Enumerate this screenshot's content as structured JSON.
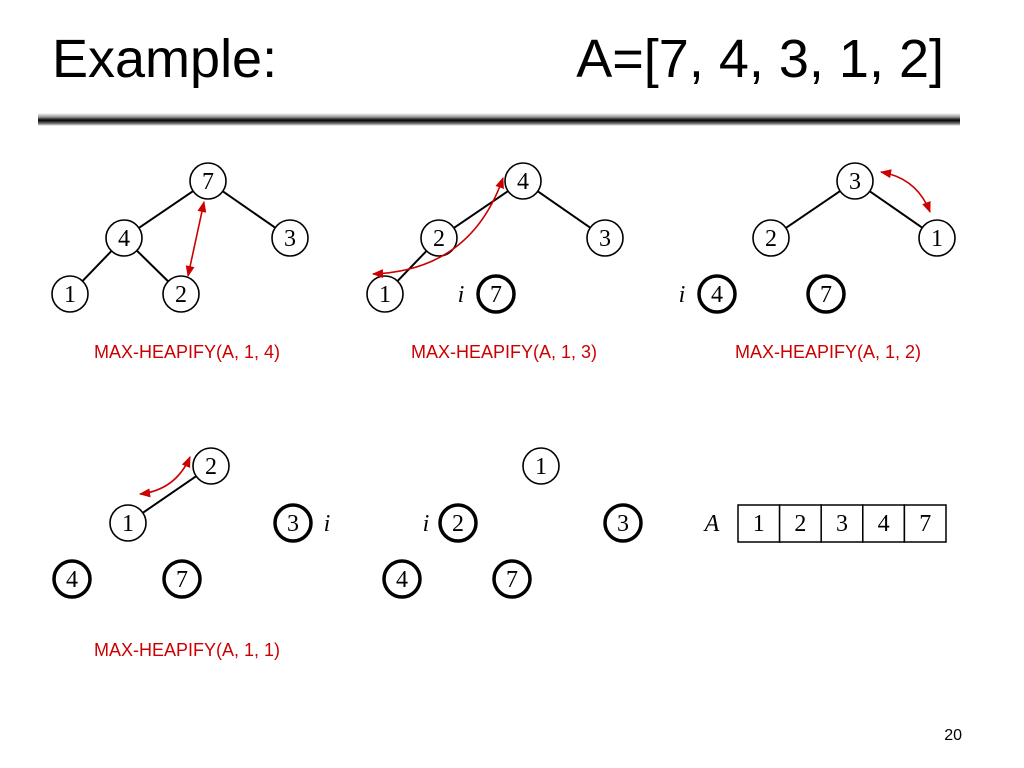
{
  "title": {
    "left": "Example:",
    "right": "A=[7, 4, 3, 1, 2]"
  },
  "page_number": "20",
  "colors": {
    "caption": "#cc0000",
    "arrow": "#cc0000",
    "node_stroke": "#000000"
  },
  "panels": [
    {
      "id": "p1",
      "caption": "MAX-HEAPIFY(A, 1, 4)",
      "nodes": [
        {
          "id": "a",
          "label": "7",
          "bold": false
        },
        {
          "id": "b",
          "label": "4",
          "bold": false
        },
        {
          "id": "c",
          "label": "3",
          "bold": false
        },
        {
          "id": "d",
          "label": "1",
          "bold": false
        },
        {
          "id": "e",
          "label": "2",
          "bold": false
        }
      ],
      "edges": [
        [
          "a",
          "b"
        ],
        [
          "a",
          "c"
        ],
        [
          "b",
          "d"
        ],
        [
          "b",
          "e"
        ]
      ],
      "swap": [
        "a",
        "e"
      ],
      "i_marker": ""
    },
    {
      "id": "p2",
      "caption": "MAX-HEAPIFY(A, 1, 3)",
      "nodes": [
        {
          "id": "a",
          "label": "4",
          "bold": false
        },
        {
          "id": "b",
          "label": "2",
          "bold": false
        },
        {
          "id": "c",
          "label": "3",
          "bold": false
        },
        {
          "id": "d",
          "label": "1",
          "bold": false
        },
        {
          "id": "e",
          "label": "7",
          "bold": true
        }
      ],
      "edges": [
        [
          "a",
          "b"
        ],
        [
          "a",
          "c"
        ],
        [
          "b",
          "d"
        ]
      ],
      "swap": [
        "a",
        "d"
      ],
      "i_marker": "e"
    },
    {
      "id": "p3",
      "caption": "MAX-HEAPIFY(A, 1, 2)",
      "nodes": [
        {
          "id": "a",
          "label": "3",
          "bold": false
        },
        {
          "id": "b",
          "label": "2",
          "bold": false
        },
        {
          "id": "c",
          "label": "1",
          "bold": false
        },
        {
          "id": "d",
          "label": "4",
          "bold": true
        },
        {
          "id": "e",
          "label": "7",
          "bold": true
        }
      ],
      "edges": [
        [
          "a",
          "b"
        ],
        [
          "a",
          "c"
        ]
      ],
      "swap": [
        "a",
        "c"
      ],
      "i_marker": "d"
    },
    {
      "id": "p4",
      "caption": "MAX-HEAPIFY(A, 1, 1)",
      "nodes": [
        {
          "id": "a",
          "label": "2",
          "bold": false
        },
        {
          "id": "b",
          "label": "1",
          "bold": false
        },
        {
          "id": "c",
          "label": "3",
          "bold": true
        },
        {
          "id": "d",
          "label": "4",
          "bold": true
        },
        {
          "id": "e",
          "label": "7",
          "bold": true
        }
      ],
      "edges": [
        [
          "a",
          "b"
        ]
      ],
      "swap": [
        "a",
        "b"
      ],
      "i_marker": "c"
    },
    {
      "id": "p5",
      "caption": "",
      "nodes": [
        {
          "id": "a",
          "label": "1",
          "bold": false
        },
        {
          "id": "b",
          "label": "2",
          "bold": true
        },
        {
          "id": "c",
          "label": "3",
          "bold": true
        },
        {
          "id": "d",
          "label": "4",
          "bold": true
        },
        {
          "id": "e",
          "label": "7",
          "bold": true
        }
      ],
      "edges": [],
      "swap": [],
      "i_marker": "b"
    }
  ],
  "i_text": "i",
  "result_array": {
    "label": "A",
    "values": [
      "1",
      "2",
      "3",
      "4",
      "7"
    ]
  }
}
